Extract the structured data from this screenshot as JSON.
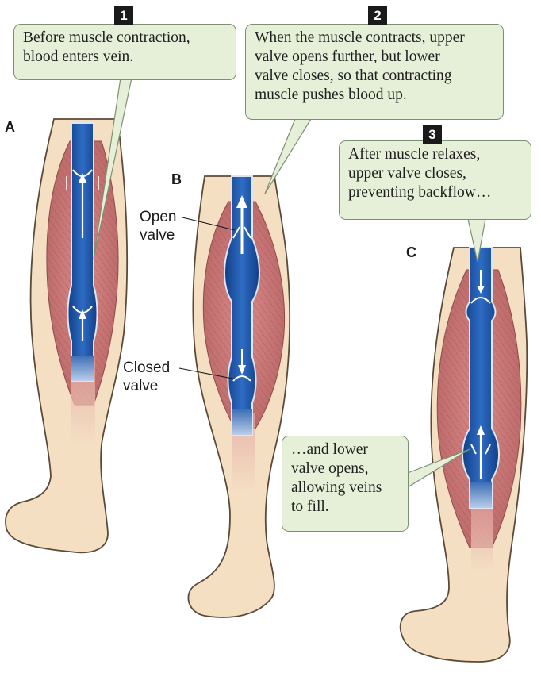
{
  "steps": [
    {
      "badge": "1",
      "lines": [
        "Before muscle contraction,",
        "blood enters vein."
      ]
    },
    {
      "badge": "2",
      "lines": [
        "When the muscle contracts, upper",
        "valve opens further, but lower",
        "valve closes, so that contracting",
        "muscle pushes blood up."
      ]
    },
    {
      "badge": "3",
      "lines": [
        "After muscle relaxes,",
        "upper valve closes,",
        "preventing backflow…"
      ]
    }
  ],
  "continuation": {
    "lines": [
      "…and lower",
      "valve opens,",
      "allowing veins",
      "to fill."
    ]
  },
  "panels": [
    "A",
    "B",
    "C"
  ],
  "labels": {
    "open_valve": [
      "Open",
      "valve"
    ],
    "closed_valve": [
      "Closed",
      "valve"
    ]
  },
  "colors": {
    "skin": "#f4dfc3",
    "skin_outline": "#5b4a3a",
    "muscle": "#cd7e7e",
    "vein": "#1f56a8",
    "callout_fill": "#e6f0d8"
  }
}
